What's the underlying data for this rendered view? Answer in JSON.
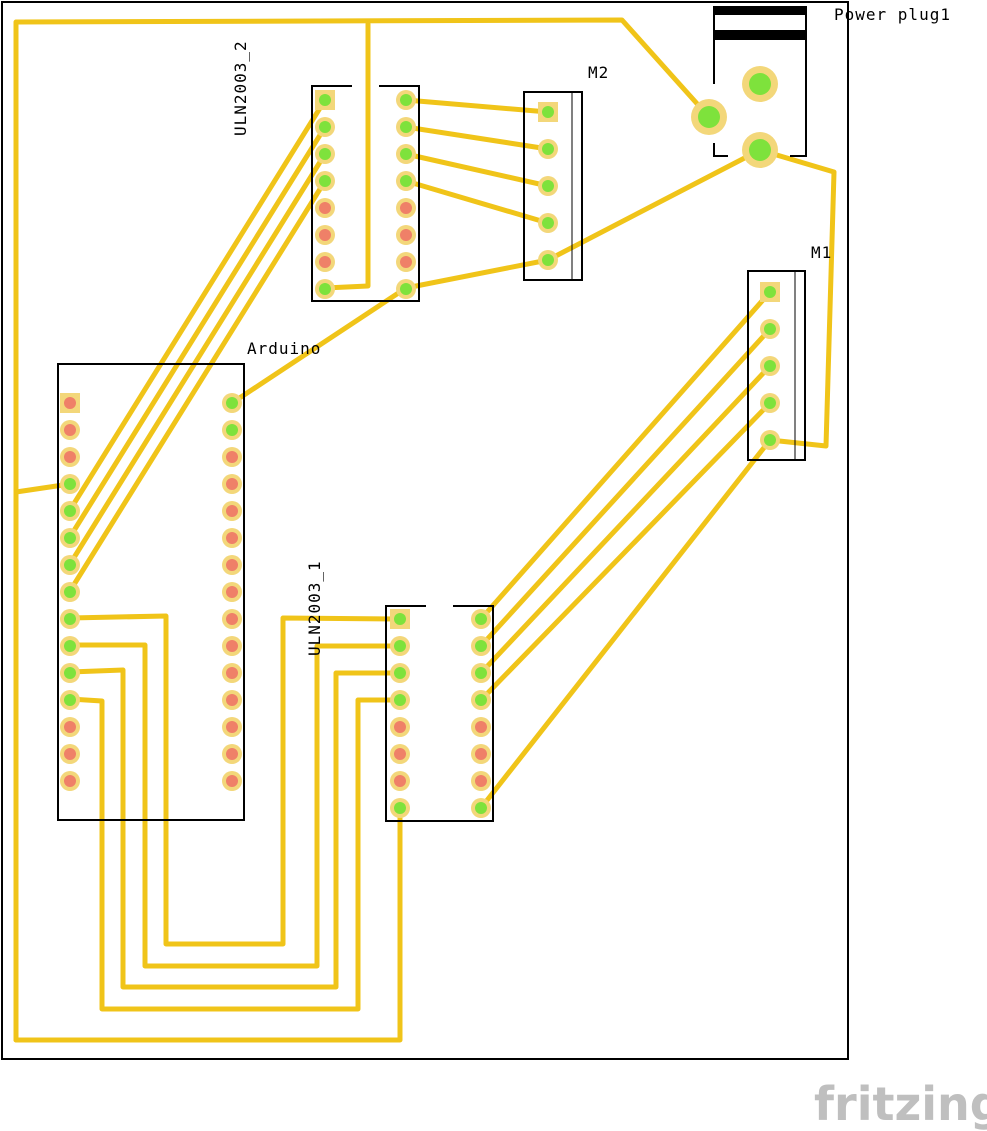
{
  "labels": {
    "power_plug": "Power plug1",
    "uln_top": "ULN2003_2",
    "uln_bottom": "ULN2003_1",
    "m2": "M2",
    "m1": "M1",
    "arduino": "Arduino",
    "brand": "fritzing"
  },
  "colors": {
    "trace": "#f0c419",
    "pad_connected": "#7ee23c",
    "pad_unconnected": "#ef8068",
    "pad_ring": "#f3d77a",
    "outline": "#000000",
    "brand": "#bfbfbf"
  }
}
